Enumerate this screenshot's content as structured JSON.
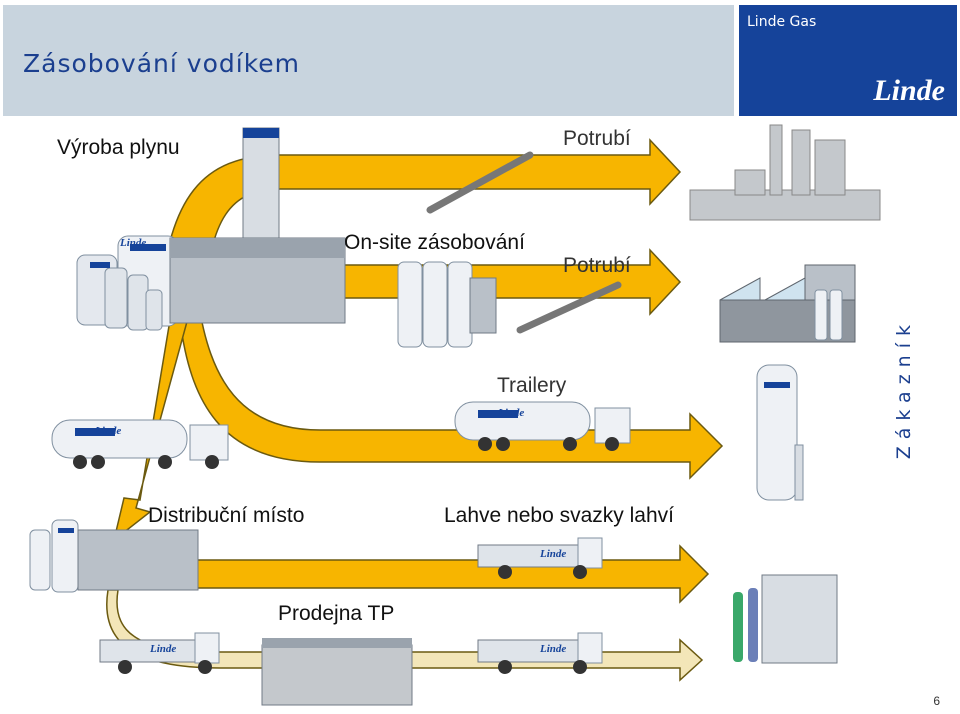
{
  "header": {
    "title": "Zásobování vodíkem",
    "brand_name": "Linde Gas",
    "brand_logo": "Linde"
  },
  "labels": {
    "production": "Výroba plynu",
    "pipeline_top": "Potrubí",
    "onsite": "On-site zásobování",
    "pipeline_mid": "Potrubí",
    "trailers": "Trailery",
    "customer": "Zákazník",
    "distribution": "Distribuční místo",
    "cylinders": "Lahve nebo svazky lahví",
    "shop": "Prodejna TP"
  },
  "truck_brand": "Linde",
  "page_number": "6",
  "colors": {
    "arrow_yellow": "#f7b500",
    "arrow_pale": "#f3e6b8",
    "arrow_outline": "#6b5a10",
    "brand_blue": "#15439a",
    "title_band": "#c8d4de"
  }
}
